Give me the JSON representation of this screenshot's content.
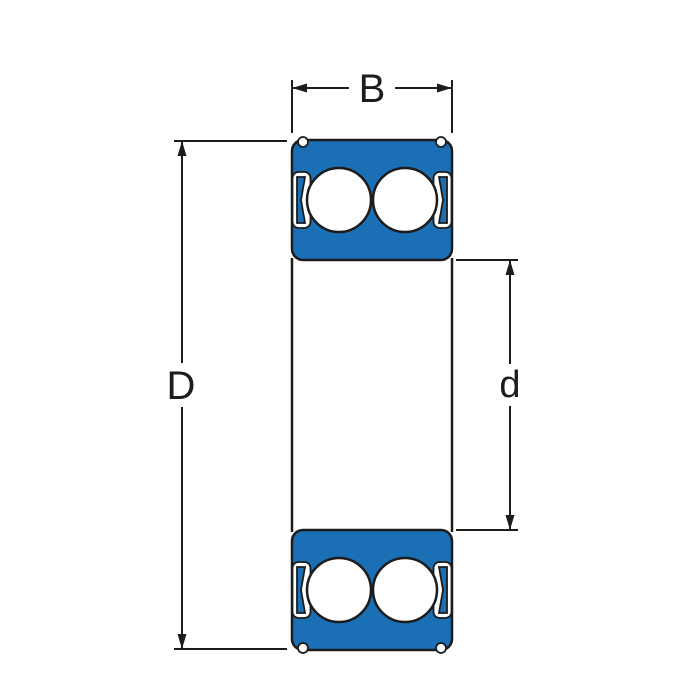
{
  "diagram": {
    "type": "bearing-cross-section",
    "labels": {
      "width": "B",
      "outer_diameter": "D",
      "bore_diameter": "d"
    },
    "colors": {
      "blue": "#1a6fb5",
      "line": "#1c1c1c",
      "white": "#ffffff",
      "background": "#ffffff"
    }
  }
}
